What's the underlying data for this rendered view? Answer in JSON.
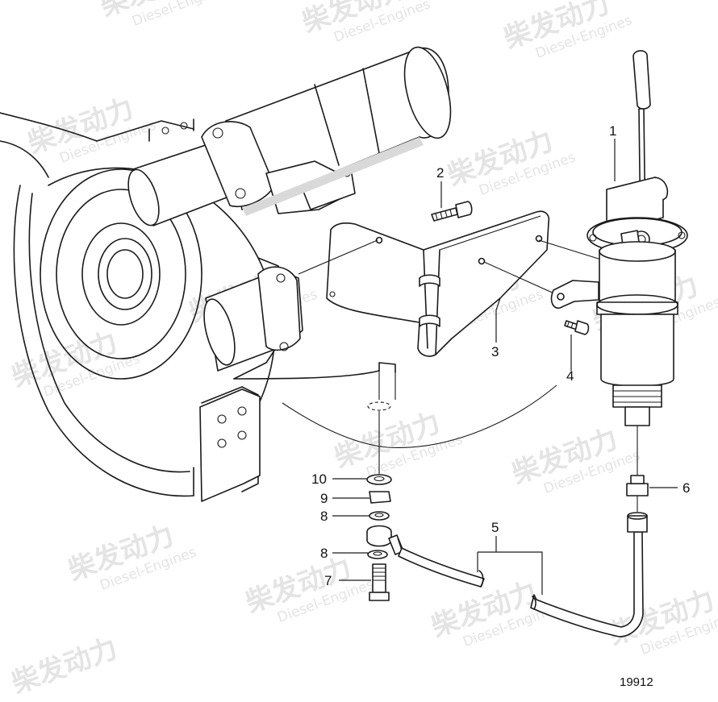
{
  "watermark": {
    "brand_cn": "柴发动力",
    "brand_en": "Diesel-Engines"
  },
  "callouts": [
    {
      "id": "1",
      "label": "1"
    },
    {
      "id": "2",
      "label": "2"
    },
    {
      "id": "3",
      "label": "3"
    },
    {
      "id": "4",
      "label": "4"
    },
    {
      "id": "5",
      "label": "5"
    },
    {
      "id": "6",
      "label": "6"
    },
    {
      "id": "7",
      "label": "7"
    },
    {
      "id": "8a",
      "label": "8"
    },
    {
      "id": "8b",
      "label": "8"
    },
    {
      "id": "9",
      "label": "9"
    },
    {
      "id": "10",
      "label": "10"
    }
  ],
  "reference_number": "19912"
}
